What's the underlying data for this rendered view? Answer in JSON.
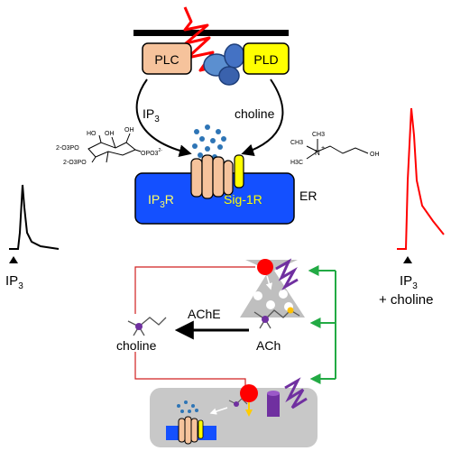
{
  "labels": {
    "plc": "PLC",
    "pld": "PLD",
    "ip3_main": "IP",
    "ip3_sub": "3",
    "choline_top": "choline",
    "er": "ER",
    "ip3r_main": "IP",
    "ip3r_sub": "3",
    "ip3r_tail": "R",
    "sig1r": "Sig-1R",
    "left_trace_main": "IP",
    "left_trace_sub": "3",
    "right_trace_main": "IP",
    "right_trace_sub": "3",
    "right_trace_plus": "+ choline",
    "ache": "AChE",
    "choline_mid": "choline",
    "ach": "ACh"
  },
  "molecule_text": {
    "ip3_phos_1": "2-O3PO",
    "ip3_phos_2": "2-O3PO",
    "ip3_phos_3": "OPO3",
    "ip3_phos_3_charge": "2-",
    "ip3_oh_1": "OH",
    "ip3_oh_2": "OH",
    "ip3_oh_3": "HO",
    "choline_methyl_1": "CH3",
    "choline_methyl_2": "CH3",
    "choline_methyl_3": "H3C",
    "choline_n": "N",
    "choline_plus": "+",
    "choline_oh": "OH"
  },
  "colors": {
    "plc_fill": "#f6c39c",
    "pld_fill": "#ffff00",
    "er_fill": "#1450ff",
    "ip3r_text": "#ffff66",
    "sig1r_fill": "#ffff00",
    "receptor_fill": "#f6c39c",
    "dots": "#2e75b6",
    "red_trace": "#ff0000",
    "green_arrow": "#22aa44",
    "gray": "#bfbfbf",
    "purple": "#7030a0",
    "yellow_dot": "#ffc000",
    "red_line": "#d02020"
  }
}
